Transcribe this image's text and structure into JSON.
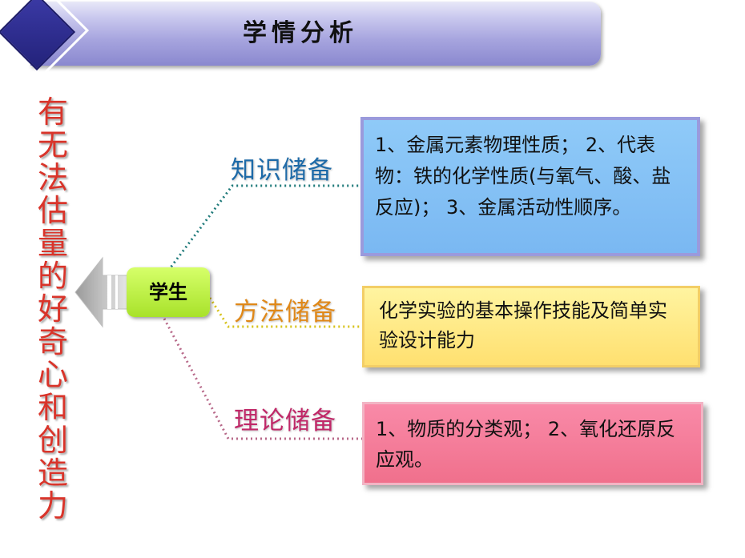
{
  "header": {
    "title": "学情分析"
  },
  "side_text": [
    "有",
    "无",
    "法",
    "估",
    "量",
    "的",
    "好",
    "奇",
    "心",
    "和",
    "创",
    "造",
    "力"
  ],
  "center": {
    "label": "学生"
  },
  "branches": [
    {
      "label": "知识储备",
      "content": "1、金属元素物理性质； 2、代表物：铁的化学性质(与氧气、酸、盐反应)； 3、金属活动性顺序。",
      "color": "#1d6aa8"
    },
    {
      "label": "方法储备",
      "content": "化学实验的基本操作技能及简单实验设计能力",
      "color": "#e08818"
    },
    {
      "label": "理论储备",
      "content": "1、物质的分类观； 2、氧化还原反应观。",
      "color": "#c02868"
    }
  ]
}
